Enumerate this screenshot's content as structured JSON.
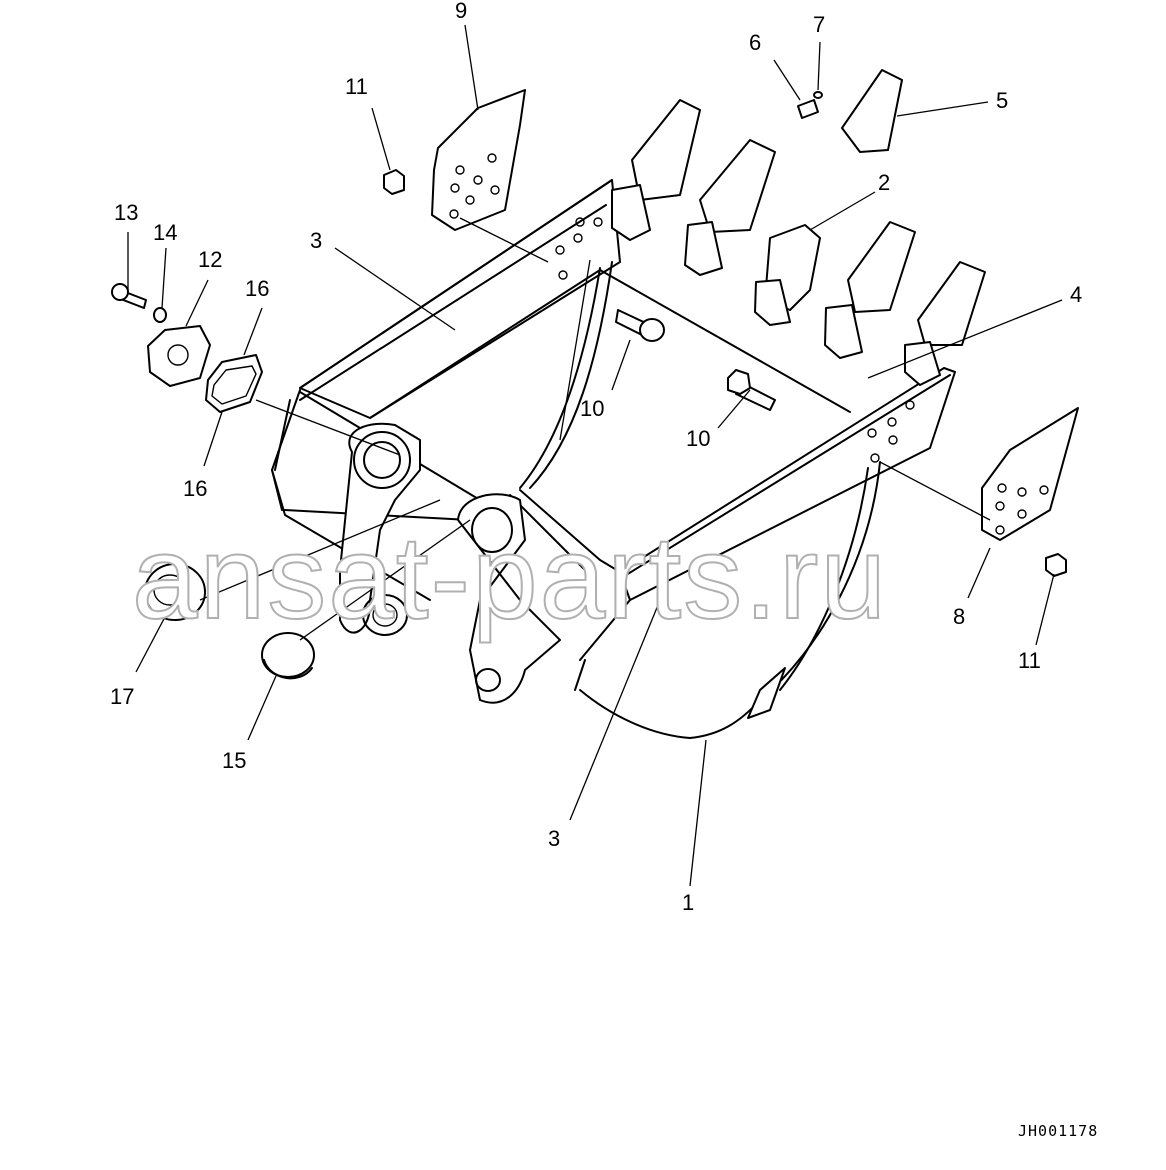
{
  "drawing_code": "JH001178",
  "watermark": "ansat-parts.ru",
  "callouts": {
    "c1": "1",
    "c2": "2",
    "c3a": "3",
    "c3b": "3",
    "c4": "4",
    "c5": "5",
    "c6": "6",
    "c7": "7",
    "c8": "8",
    "c9": "9",
    "c10a": "10",
    "c10b": "10",
    "c11a": "11",
    "c11b": "11",
    "c12": "12",
    "c13": "13",
    "c14": "14",
    "c15": "15",
    "c16a": "16",
    "c16b": "16",
    "c17": "17"
  }
}
